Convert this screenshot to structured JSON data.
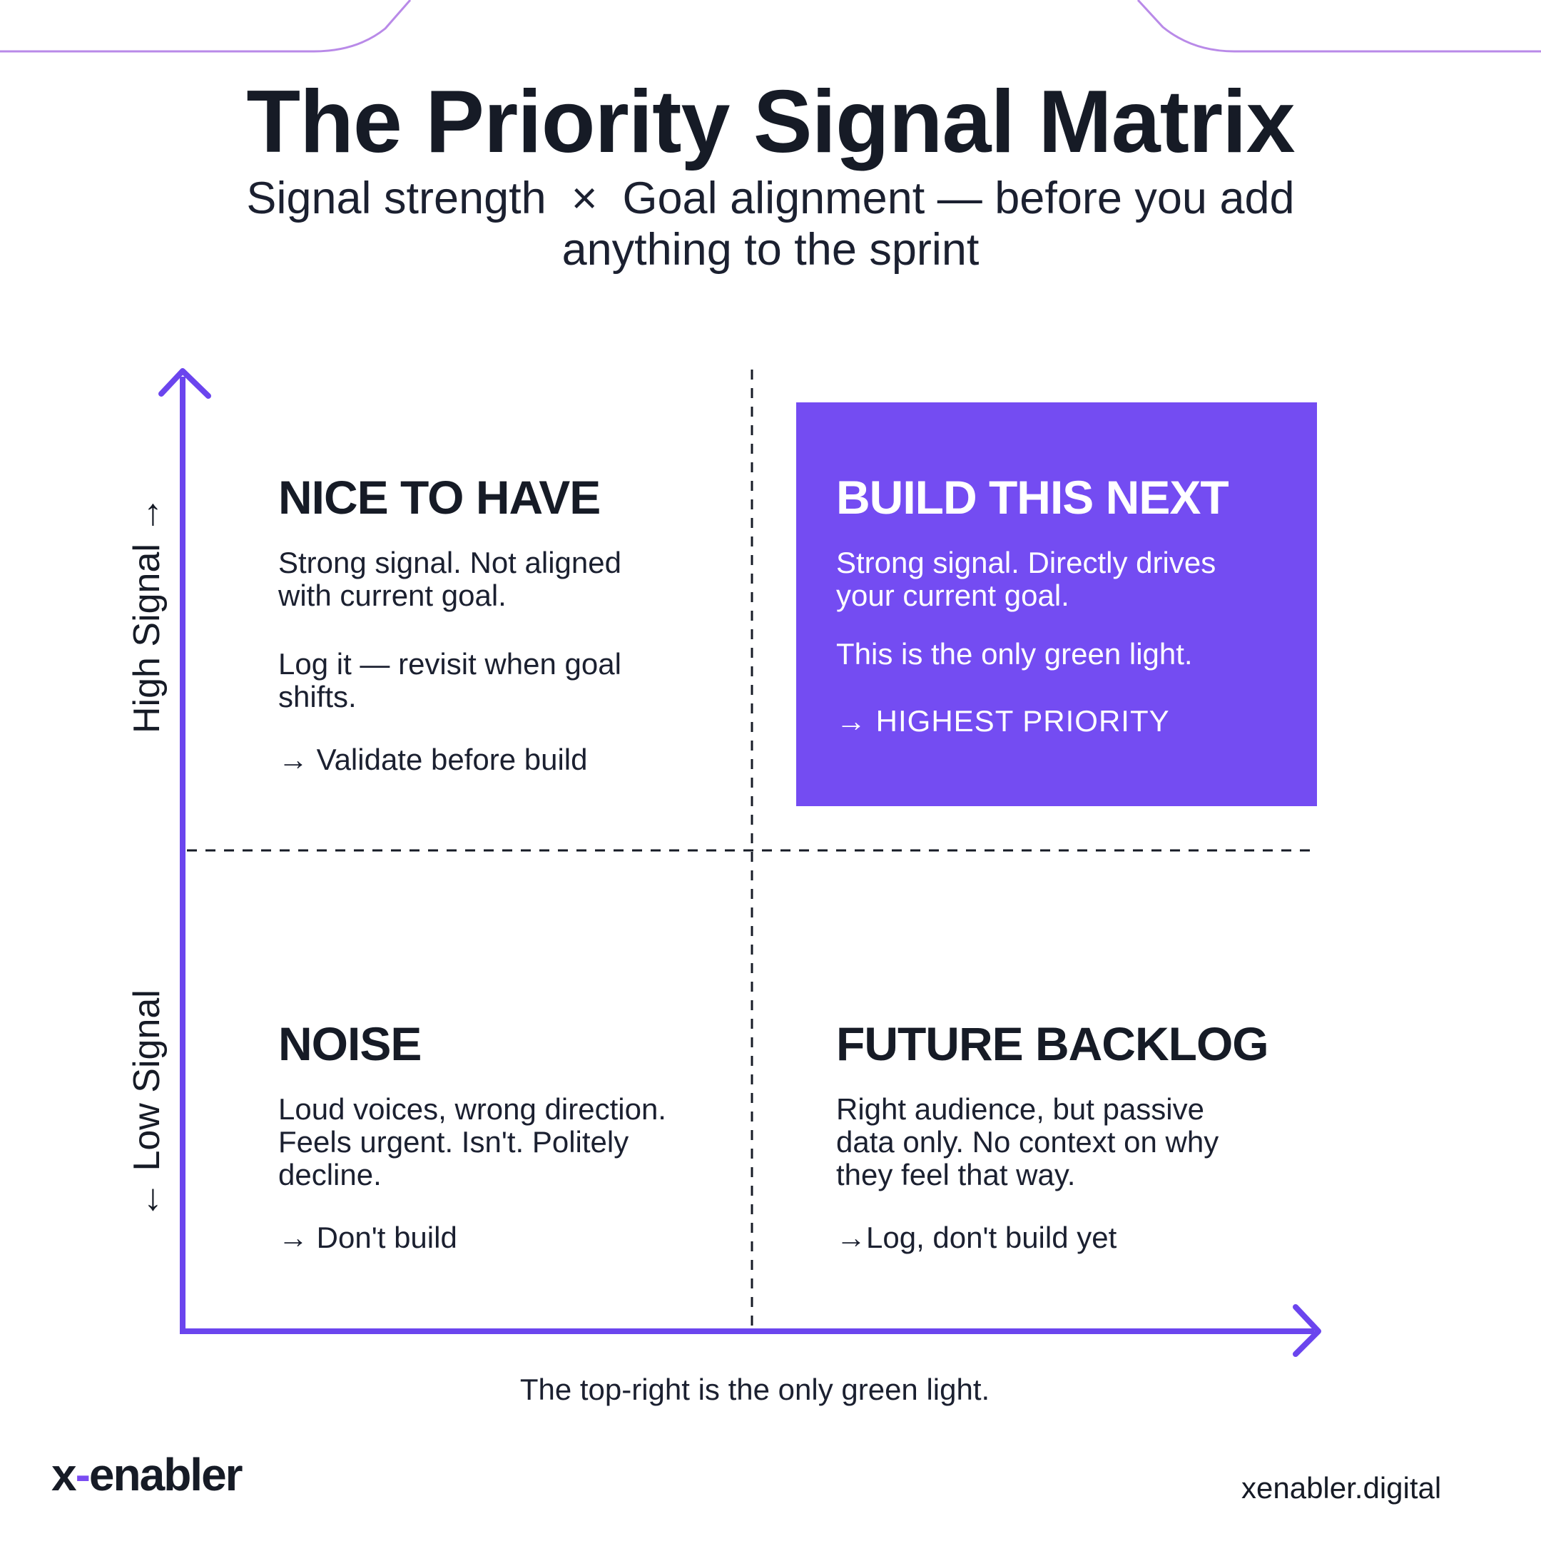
{
  "title": "The Priority Signal Matrix",
  "subtitle_line1": "Signal strength  ×  Goal alignment — before you add",
  "subtitle_line2": "anything to the sprint",
  "axes": {
    "y_high": "High Signal →",
    "y_low": "← Low Signal"
  },
  "quadrants": {
    "nice_to_have": {
      "title": "NICE TO HAVE",
      "text1": "Strong signal. Not aligned with current goal.",
      "text2": "Log it — revisit when goal shifts.",
      "action": "→ Validate before build"
    },
    "build_this_next": {
      "title": "BUILD THIS NEXT",
      "text1": "Strong signal. Directly drives your current goal.",
      "text2": "This is the only green light.",
      "action": "→ HIGHEST PRIORITY"
    },
    "noise": {
      "title": "NOISE",
      "text1": "Loud voices, wrong direction. Feels urgent. Isn't. Politely decline.",
      "action": "→ Don't build"
    },
    "future_backlog": {
      "title": "FUTURE BACKLOG",
      "text1": "Right audience, but passive data only. No context on why they feel that way.",
      "action": "→Log, don't build yet"
    }
  },
  "footnote": "The top-right is the only green light.",
  "brand": {
    "name_part1": "x",
    "name_dash": "-",
    "name_part2": "enabler",
    "website": "xenabler.digital"
  },
  "colors": {
    "accent": "#744cf2",
    "axis": "#6b45ee",
    "text": "#161b26",
    "decor_line": "#b98ae8"
  }
}
